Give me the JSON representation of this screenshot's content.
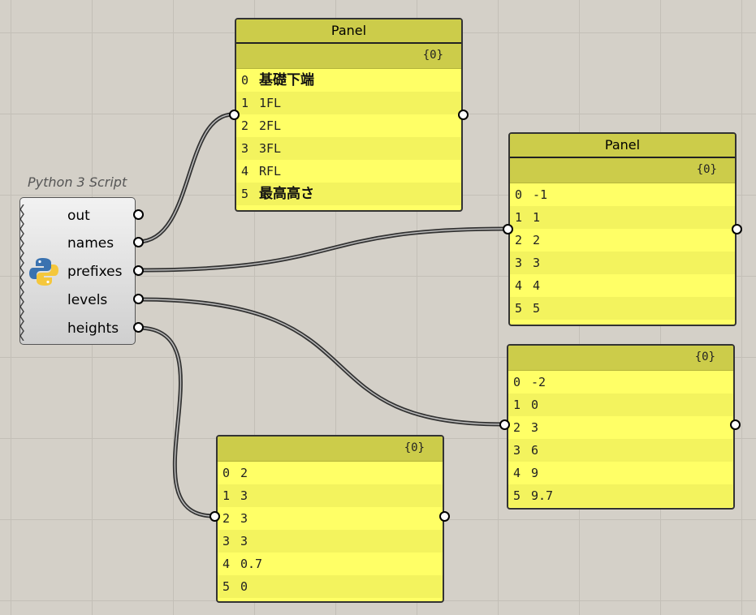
{
  "python_component": {
    "title": "Python 3 Script",
    "outputs": [
      "out",
      "names",
      "prefixes",
      "levels",
      "heights"
    ]
  },
  "panels": {
    "names": {
      "title": "Panel",
      "path": "{0}",
      "rows": [
        {
          "i": "0",
          "v": "基礎下端"
        },
        {
          "i": "1",
          "v": "1FL"
        },
        {
          "i": "2",
          "v": "2FL"
        },
        {
          "i": "3",
          "v": "3FL"
        },
        {
          "i": "4",
          "v": "RFL"
        },
        {
          "i": "5",
          "v": "最高高さ"
        }
      ]
    },
    "prefixes": {
      "title": "Panel",
      "path": "{0}",
      "rows": [
        {
          "i": "0",
          "v": "-1"
        },
        {
          "i": "1",
          "v": "1"
        },
        {
          "i": "2",
          "v": "2"
        },
        {
          "i": "3",
          "v": "3"
        },
        {
          "i": "4",
          "v": "4"
        },
        {
          "i": "5",
          "v": "5"
        }
      ]
    },
    "levels": {
      "path": "{0}",
      "rows": [
        {
          "i": "0",
          "v": "-2"
        },
        {
          "i": "1",
          "v": "0"
        },
        {
          "i": "2",
          "v": "3"
        },
        {
          "i": "3",
          "v": "6"
        },
        {
          "i": "4",
          "v": "9"
        },
        {
          "i": "5",
          "v": "9.7"
        }
      ]
    },
    "heights": {
      "path": "{0}",
      "rows": [
        {
          "i": "0",
          "v": "2"
        },
        {
          "i": "1",
          "v": "3"
        },
        {
          "i": "2",
          "v": "3"
        },
        {
          "i": "3",
          "v": "3"
        },
        {
          "i": "4",
          "v": "0.7"
        },
        {
          "i": "5",
          "v": "0"
        }
      ]
    }
  },
  "colors": {
    "panel_fill": "#ffff66",
    "panel_header": "#cccc4a",
    "canvas": "#d4d0c8",
    "wire": "#3a3a3a"
  }
}
